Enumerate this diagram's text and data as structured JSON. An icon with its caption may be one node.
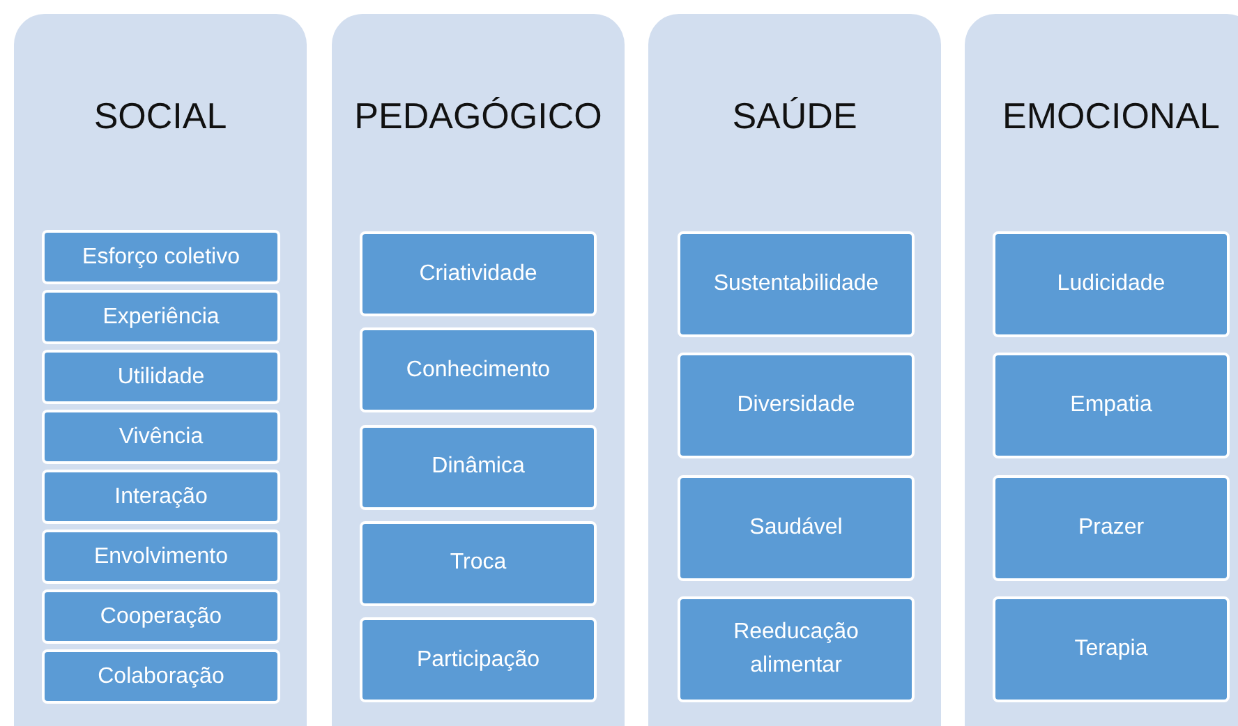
{
  "diagram": {
    "nodes": [
      {
        "text": [
          "SOCIAL"
        ]
      },
      {
        "text": [
          "Esforço coletivo"
        ],
        "in": 0
      },
      {
        "text": [
          "Experiência"
        ],
        "in": 0
      },
      {
        "text": [
          "Utilidade"
        ],
        "in": 0
      },
      {
        "text": [
          "Vivência"
        ],
        "in": 0
      },
      {
        "text": [
          "Interação"
        ],
        "in": 0
      },
      {
        "text": [
          "Envolvimento"
        ],
        "in": 0
      },
      {
        "text": [
          "Cooperação"
        ],
        "in": 0
      },
      {
        "text": [
          "Colaboração"
        ],
        "in": 0
      },
      {
        "text": [
          "PEDAGÓGICO"
        ]
      },
      {
        "text": [
          "Criatividade"
        ],
        "in": 9
      },
      {
        "text": [
          "Conhecimento"
        ],
        "in": 9
      },
      {
        "text": [
          "Dinâmica"
        ],
        "in": 9
      },
      {
        "text": [
          "Troca"
        ],
        "in": 9
      },
      {
        "text": [
          "Participação"
        ],
        "in": 9
      },
      {
        "text": [
          "SAÚDE"
        ]
      },
      {
        "text": [
          "Sustentabilidade"
        ],
        "in": 15
      },
      {
        "text": [
          "Diversidade"
        ],
        "in": 15
      },
      {
        "text": [
          "Saudável"
        ],
        "in": 15
      },
      {
        "text": [
          "Reeducação alimentar"
        ],
        "in": 15
      },
      {
        "text": [
          "EMOCIONAL"
        ]
      },
      {
        "text": [
          "Ludicidade"
        ],
        "in": 20
      },
      {
        "text": [
          "Empatia"
        ],
        "in": 20
      },
      {
        "text": [
          "Prazer"
        ],
        "in": 20
      },
      {
        "text": [
          "Terapia"
        ],
        "in": 20
      }
    ]
  }
}
